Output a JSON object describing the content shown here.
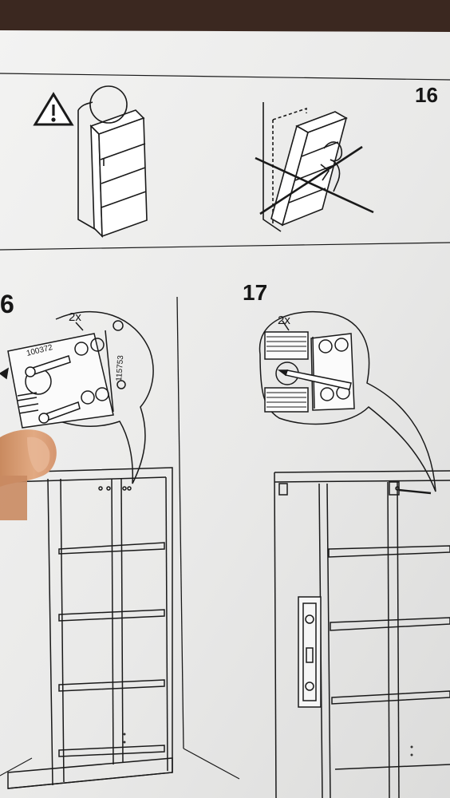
{
  "scene": {
    "description_free": true,
    "colors": {
      "wood_dark": "#2b1c15",
      "paper": "#eeeeee",
      "paper_shadow": "#d9d9d9",
      "ink": "#1a1a1a",
      "skin": "#d9a077"
    }
  },
  "step16": {
    "number": "6",
    "qty": "2x",
    "code_a": "100372",
    "code_b": "115753"
  },
  "step17": {
    "number": "17",
    "qty": "2x"
  },
  "corner_mark": "16",
  "icons": {
    "warning": "warning-triangle-icon",
    "no_lean": "prohibited-cross-icon",
    "spirit_level": "spirit-level-icon",
    "pencil": "pencil-icon"
  }
}
